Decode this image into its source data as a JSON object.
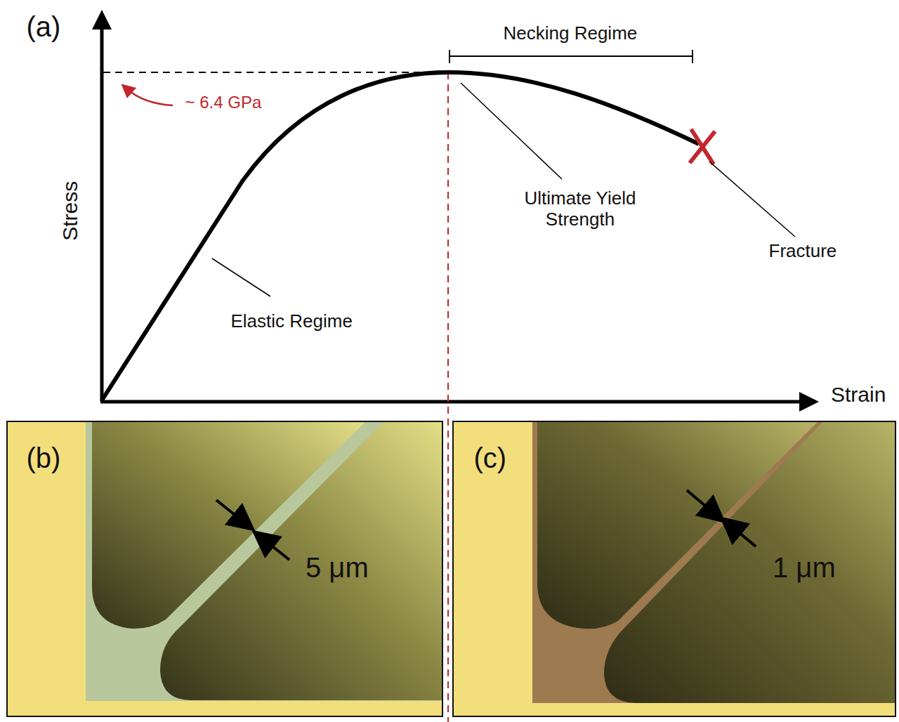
{
  "diagram": {
    "labels": [
      "(a)",
      "Necking Regime",
      "~ 6.4 GPa",
      "Stress",
      "Ultimate Yield Strength",
      "Fracture",
      "Elastic Regime",
      "Strain",
      "(b)",
      "5 μm",
      "(c)",
      "1 μm"
    ]
  }
}
